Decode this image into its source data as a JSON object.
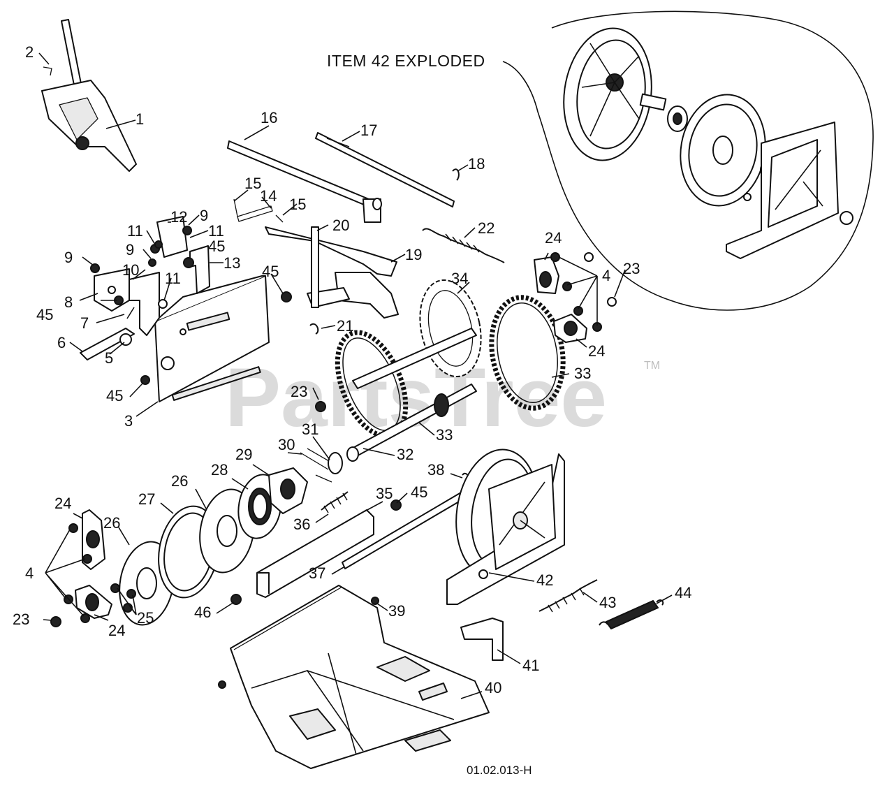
{
  "header_label": "ITEM 42 EXPLODED",
  "drawing_number": "01.02.013-H",
  "watermark": {
    "text": "PartsTree",
    "mark": "TM"
  },
  "callouts": [
    {
      "id": "c-1",
      "label": "1"
    },
    {
      "id": "c-2",
      "label": "2"
    },
    {
      "id": "c-3",
      "label": "3"
    },
    {
      "id": "c-4a",
      "label": "4"
    },
    {
      "id": "c-4b",
      "label": "4"
    },
    {
      "id": "c-5",
      "label": "5"
    },
    {
      "id": "c-6",
      "label": "6"
    },
    {
      "id": "c-7",
      "label": "7"
    },
    {
      "id": "c-8",
      "label": "8"
    },
    {
      "id": "c-9a",
      "label": "9"
    },
    {
      "id": "c-9b",
      "label": "9"
    },
    {
      "id": "c-9c",
      "label": "9"
    },
    {
      "id": "c-10",
      "label": "10"
    },
    {
      "id": "c-11a",
      "label": "11"
    },
    {
      "id": "c-11b",
      "label": "11"
    },
    {
      "id": "c-11c",
      "label": "11"
    },
    {
      "id": "c-12",
      "label": "12"
    },
    {
      "id": "c-13",
      "label": "13"
    },
    {
      "id": "c-14",
      "label": "14"
    },
    {
      "id": "c-15a",
      "label": "15"
    },
    {
      "id": "c-15b",
      "label": "15"
    },
    {
      "id": "c-16",
      "label": "16"
    },
    {
      "id": "c-17",
      "label": "17"
    },
    {
      "id": "c-18",
      "label": "18"
    },
    {
      "id": "c-19",
      "label": "19"
    },
    {
      "id": "c-20",
      "label": "20"
    },
    {
      "id": "c-21",
      "label": "21"
    },
    {
      "id": "c-22",
      "label": "22"
    },
    {
      "id": "c-23a",
      "label": "23"
    },
    {
      "id": "c-23b",
      "label": "23"
    },
    {
      "id": "c-23c",
      "label": "23"
    },
    {
      "id": "c-24a",
      "label": "24"
    },
    {
      "id": "c-24b",
      "label": "24"
    },
    {
      "id": "c-24c",
      "label": "24"
    },
    {
      "id": "c-24d",
      "label": "24"
    },
    {
      "id": "c-25",
      "label": "25"
    },
    {
      "id": "c-26a",
      "label": "26"
    },
    {
      "id": "c-26b",
      "label": "26"
    },
    {
      "id": "c-27",
      "label": "27"
    },
    {
      "id": "c-28",
      "label": "28"
    },
    {
      "id": "c-29",
      "label": "29"
    },
    {
      "id": "c-30",
      "label": "30"
    },
    {
      "id": "c-31",
      "label": "31"
    },
    {
      "id": "c-32",
      "label": "32"
    },
    {
      "id": "c-33a",
      "label": "33"
    },
    {
      "id": "c-33b",
      "label": "33"
    },
    {
      "id": "c-34",
      "label": "34"
    },
    {
      "id": "c-35",
      "label": "35"
    },
    {
      "id": "c-36",
      "label": "36"
    },
    {
      "id": "c-37",
      "label": "37"
    },
    {
      "id": "c-38",
      "label": "38"
    },
    {
      "id": "c-39",
      "label": "39"
    },
    {
      "id": "c-40",
      "label": "40"
    },
    {
      "id": "c-41",
      "label": "41"
    },
    {
      "id": "c-42",
      "label": "42"
    },
    {
      "id": "c-43",
      "label": "43"
    },
    {
      "id": "c-44",
      "label": "44"
    },
    {
      "id": "c-45a",
      "label": "45"
    },
    {
      "id": "c-45b",
      "label": "45"
    },
    {
      "id": "c-45c",
      "label": "45"
    },
    {
      "id": "c-45d",
      "label": "45"
    },
    {
      "id": "c-45e",
      "label": "45"
    },
    {
      "id": "c-46",
      "label": "46"
    }
  ]
}
